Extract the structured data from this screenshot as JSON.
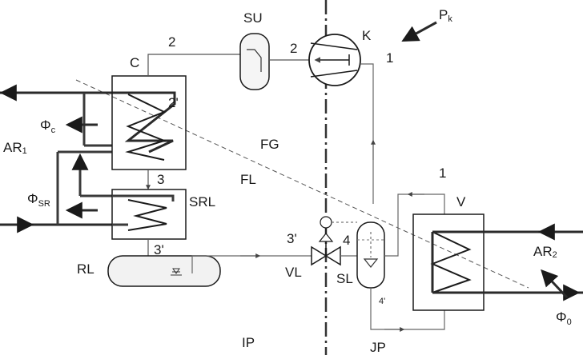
{
  "labels": {
    "C": "C",
    "SU": "SU",
    "K": "K",
    "Pk_main": "P",
    "Pk_sub": "k",
    "n2_left": "2",
    "n2_right": "2",
    "n1_top": "1",
    "n2_prime": "2'",
    "Phi_c_main": "Φ",
    "Phi_c_sub": "c",
    "AR1_main": "AR",
    "AR1_sub": "1",
    "FG": "FG",
    "FL": "FL",
    "n3": "3",
    "SRL": "SRL",
    "Phi_SR_main": "Φ",
    "Phi_SR_sub": "SR",
    "n1_v": "1",
    "V": "V",
    "AR2_main": "AR",
    "AR2_sub": "2",
    "n3_prime_left": "3'",
    "n3_prime_mid": "3'",
    "n4": "4",
    "RL": "RL",
    "VL": "VL",
    "SL": "SL",
    "n4_prime": "4'",
    "Phi0_main": "Φ",
    "Phi0_sub": "0",
    "IP": "IP",
    "JP": "JP"
  },
  "colors": {
    "ink": "#1a1a1a",
    "pipe_heavy": "#3a3a3a",
    "pipe_thin": "#6a6a6a",
    "vessel_fill": "#f2f2f2"
  }
}
